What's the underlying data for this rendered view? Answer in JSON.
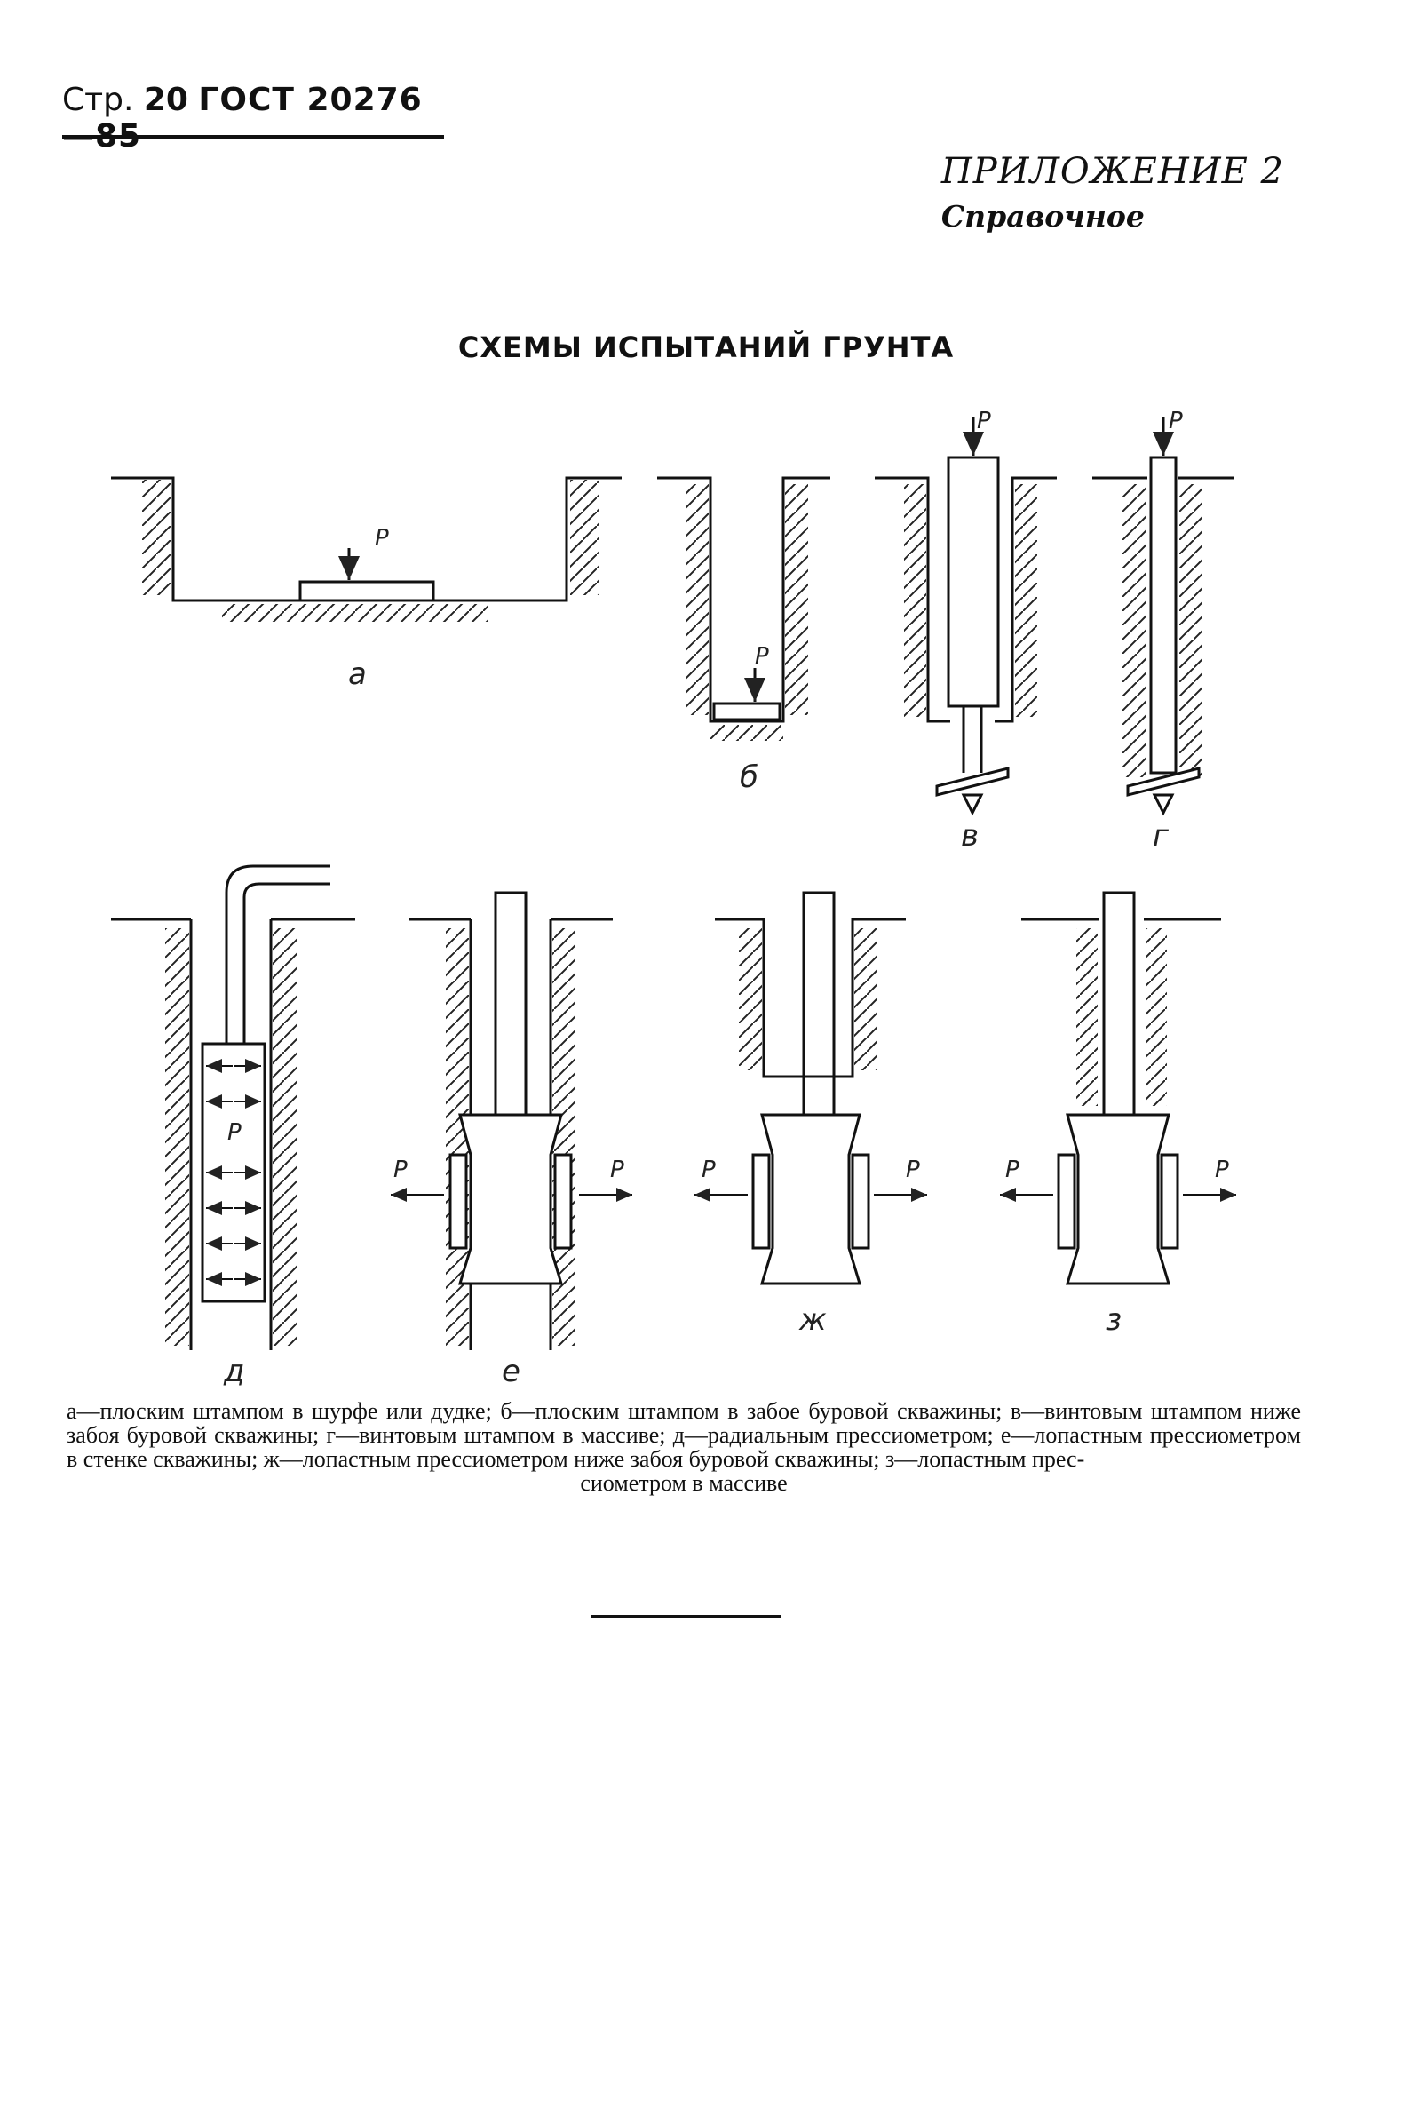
{
  "header": {
    "page_prefix": "Стр.",
    "page_number": "20",
    "standard": "ГОСТ 20276—85"
  },
  "appendix": {
    "title": "ПРИЛОЖЕНИЕ 2",
    "subtitle": "Справочное"
  },
  "title": "СХЕМЫ ИСПЫТАНИЙ ГРУНТА",
  "figures": {
    "load_label": "P",
    "labels": [
      "а",
      "б",
      "в",
      "г",
      "д",
      "е",
      "ж",
      "з"
    ]
  },
  "caption": {
    "body": "а—плоским штампом в шурфе или дудке; б—плоским штампом в забое буровой скважины; в—винтовым штампом ниже забоя буровой скважины; г—винтовым штампом в массиве; д—радиальным прессиометром; е—лопастным прессиометром в стенке скважины; ж—лопастным прессиометром ниже забоя буровой скважины; з—лопастным прес-",
    "last_line": "сиометром в массиве"
  }
}
